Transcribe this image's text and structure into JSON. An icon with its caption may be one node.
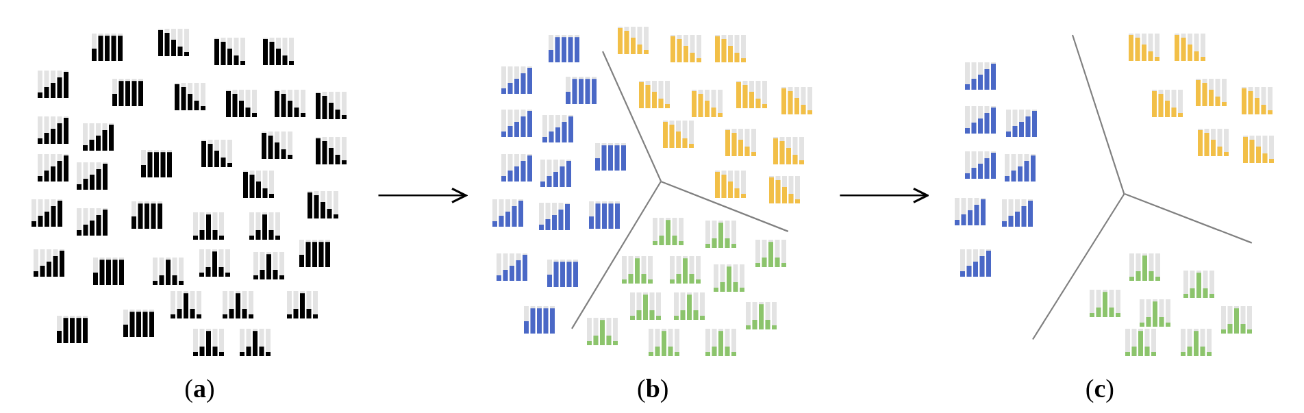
{
  "diagram": {
    "nodes": [
      {
        "text": [
          "(**a**)"
        ]
      },
      {
        "text": [
          "(**b**)"
        ]
      },
      {
        "text": [
          "(**c**)"
        ]
      }
    ],
    "edges": [
      {
        "from": 0,
        "to": 1,
        "arrow": "to"
      },
      {
        "from": 1,
        "to": 2,
        "arrow": "to"
      }
    ]
  }
}
